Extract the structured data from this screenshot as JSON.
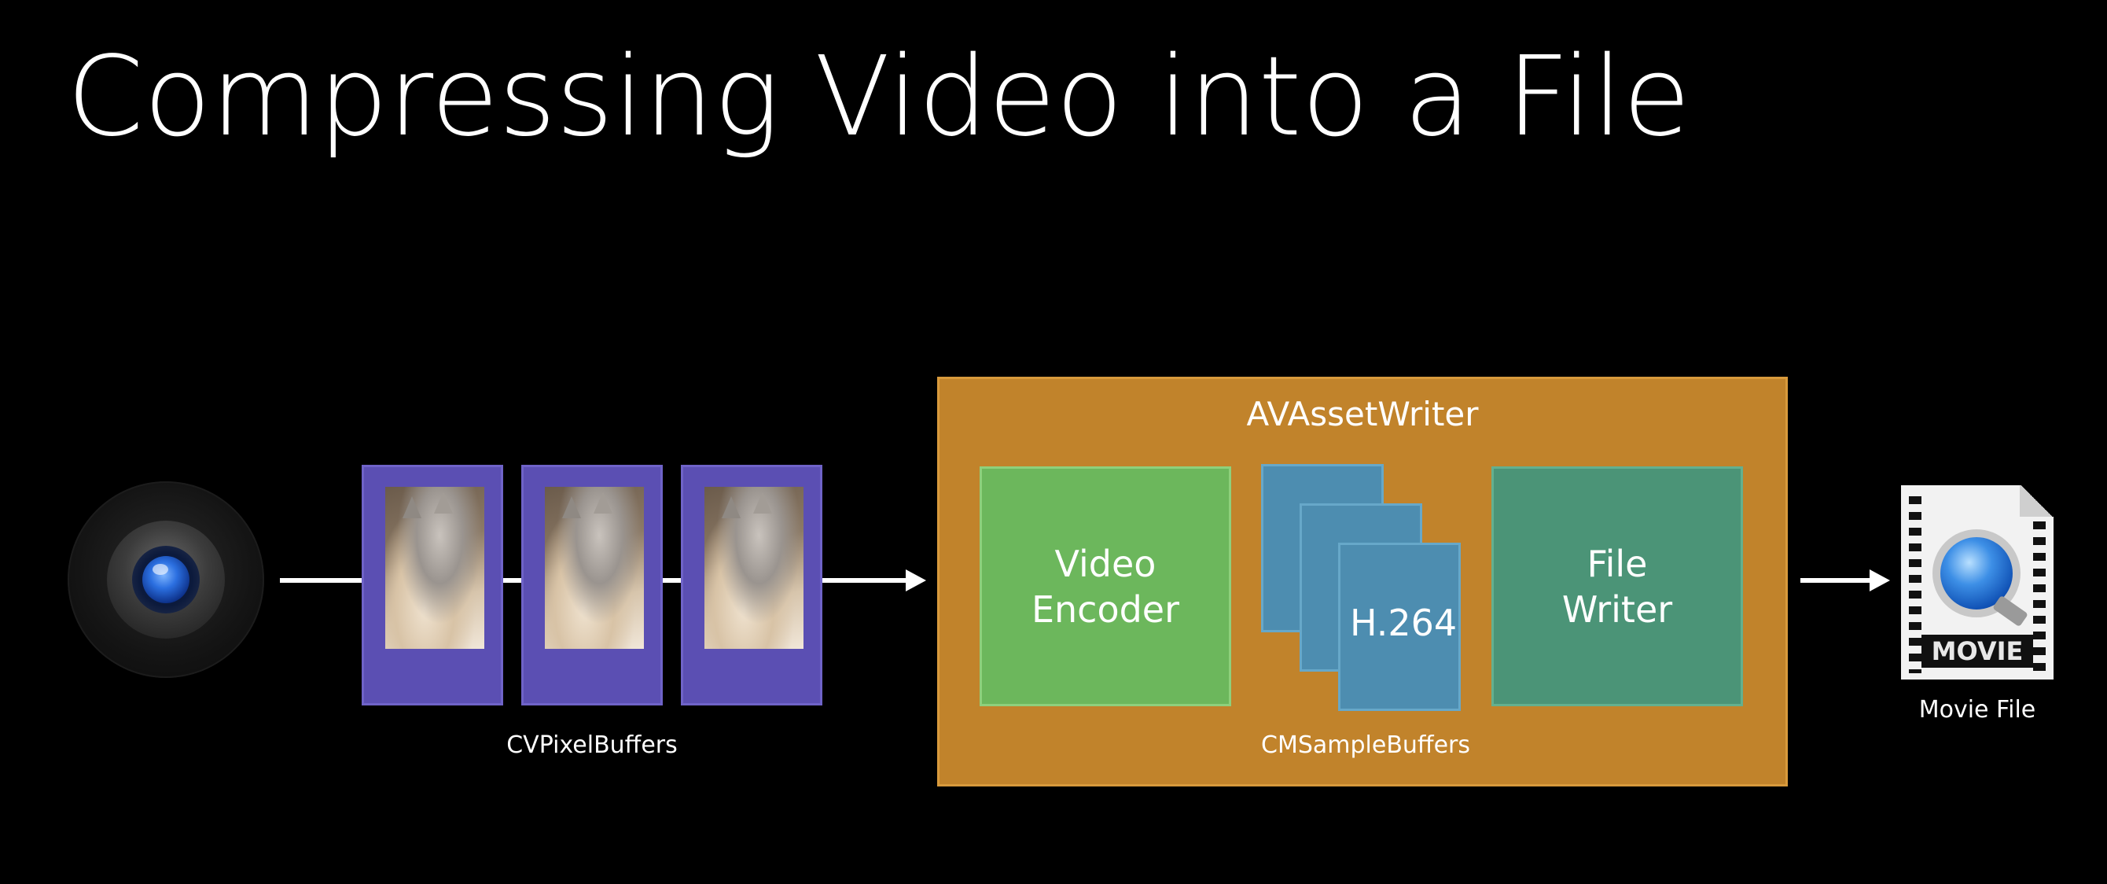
{
  "slide": {
    "title": "Compressing Video into a File"
  },
  "pipeline": {
    "source_icon": "camera-icon",
    "pixel_buffers": {
      "count": 3,
      "label": "CVPixelBuffers"
    },
    "asset_writer": {
      "title": "AVAssetWriter",
      "video_encoder_label": "Video Encoder",
      "file_writer_label": "File Writer",
      "sample_buffers": {
        "count": 3,
        "format_label": "H.264",
        "label": "CMSampleBuffers"
      }
    },
    "output": {
      "icon": "movie-file-icon",
      "icon_text": "MOVIE",
      "label": "Movie File"
    }
  },
  "colors": {
    "background": "#000000",
    "pixel_buffer": "#5b4fb3",
    "asset_writer": "#c1832b",
    "video_encoder": "#6cb75c",
    "file_writer": "#4b9477",
    "sample_buffer": "#4d8db0"
  }
}
